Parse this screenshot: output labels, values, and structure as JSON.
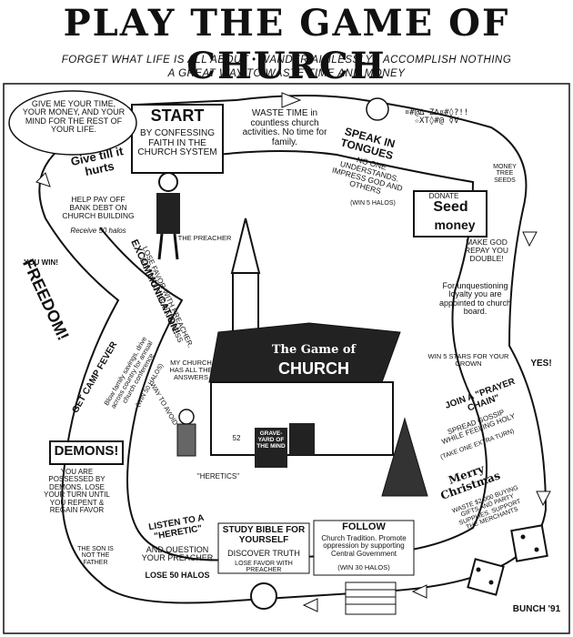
{
  "header": {
    "title": "PLAY THE GAME OF CHURCH",
    "subtitle_line1": "FORGET WHAT LIFE IS ALL ABOUT • WANDER AIMLESSLY • ACCOMPLISH NOTHING",
    "subtitle_line2": "A GREAT WAY TO WASTE TIME AND MONEY"
  },
  "spaces": {
    "start_label": "START",
    "start_text": "BY CONFESSING FAITH IN THE CHURCH SYSTEM",
    "preacher_label": "THE PREACHER",
    "speech": "GIVE ME YOUR TIME, YOUR MONEY, AND YOUR MIND FOR THE REST OF YOUR LIFE.",
    "waste_time": "WASTE TIME in countless church activities. No time for family.",
    "tongues_title": "SPEAK IN TONGUES",
    "tongues_text": "NO ONE UNDERSTANDS. IMPRESS GOD AND OTHERS",
    "tongues_note": "(WIN 5 HALOS)",
    "gibberish": "¤#@∆ Z∆¤#◊?!! ☆XT◊#@ ☿∀",
    "donate": "DONATE",
    "seed": "Seed",
    "money": "money",
    "seed_text": "MAKE GOD REPAY YOU DOUBLE!",
    "money_tree": "MONEY TREE SEEDS",
    "loyalty": "For unquestioning loyalty you are appointed to church board.",
    "win_stars": "WIN 5 STARS FOR YOUR CROWN",
    "yes": "YES!",
    "prayer_title": "JOIN A \"PRAYER CHAIN\"",
    "prayer_text": "SPREAD GOSSIP WHILE FEELING HOLY",
    "prayer_note": "(TAKE ONE EXTRA TURN)",
    "merry": "Merry Christmas",
    "christmas_text": "WASTE $2,000 BUYING GIFTS AND PARTY SUPPLIES. SUPPORT THE MERCHANTS",
    "follow_title": "FOLLOW",
    "follow_text": "Church Tradition. Promote oppression by supporting Central Government",
    "follow_note": "(WIN 30 HALOS)",
    "study_title": "STUDY BIBLE FOR YOURSELF",
    "study_text": "DISCOVER TRUTH",
    "study_note": "LOSE FAVOR WITH PREACHER",
    "heretic_title": "LISTEN TO A \"HERETIC\"",
    "heretic_text": "AND QUESTION YOUR PREACHER",
    "heretic_note": "LOSE 50 HALOS",
    "son_note": "THE SON IS NOT THE FATHER",
    "demons_title": "DEMONS!",
    "demons_text": "YOU ARE POSSESSED BY DEMONS. LOSE YOUR TURN UNTIL YOU REPENT & REGAIN FAVOR",
    "campfever_title": "GET CAMP FEVER",
    "campfever_text": "Blow family savings, drive across country for annual church conference",
    "campfever_note": "(WIN 50 HALOS)",
    "excomm_title": "EXCOMMUNICATION!",
    "excomm_text": "LOSE FAVOR WITH PREACHER. GO TO OUTER DARKNESS",
    "freedom": "FREEDOM!",
    "you_win": "YOU WIN!",
    "give_title": "Give till it hurts",
    "give_text": "HELP PAY OFF BANK DEBT ON CHURCH BUILDING",
    "give_note": "Receive 50 halos",
    "church_title1": "The Game of",
    "church_title2": "CHURCH",
    "graveyard": "GRAVE-YARD OF THE MIND",
    "my_church": "MY CHURCH HAS ALL THE ANSWERS",
    "way_to_avoid": "WAY TO AVOID",
    "heretics": "\"HERETICS\"",
    "signature": "BUNCH '91",
    "number_52": "52"
  },
  "colors": {
    "ink": "#111111",
    "paper": "#ffffff"
  }
}
